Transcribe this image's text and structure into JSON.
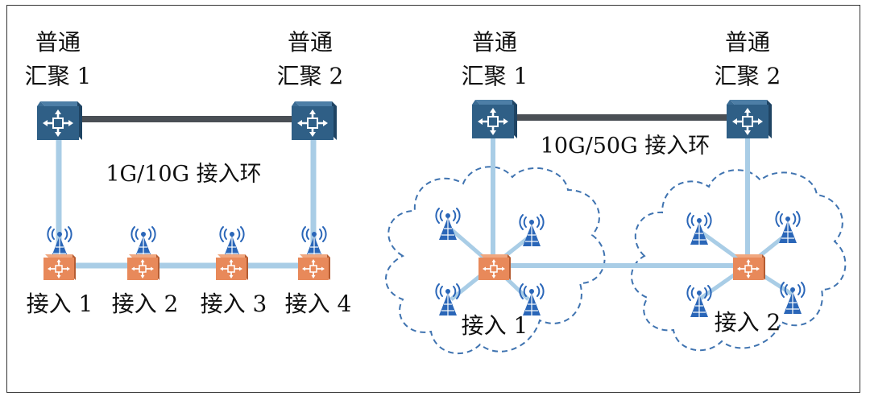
{
  "left": {
    "agg1_line1": "普通",
    "agg1_line2": "汇聚 1",
    "agg2_line1": "普通",
    "agg2_line2": "汇聚 2",
    "ring_label": "1G/10G 接入环",
    "access_labels": [
      "接入 1",
      "接入 2",
      "接入 3",
      "接入 4"
    ]
  },
  "right": {
    "agg1_line1": "普通",
    "agg1_line2": "汇聚 1",
    "agg2_line1": "普通",
    "agg2_line2": "汇聚 2",
    "ring_label": "10G/50G 接入环",
    "access1_label": "接入 1",
    "access2_label": "接入 2"
  },
  "colors": {
    "agg_switch": "#2f5f86",
    "access_switch": "#e8895a",
    "link_light": "#a9cde6",
    "link_dark": "#4a4f55",
    "antenna": "#2a66b8",
    "cloud_stroke": "#3f73b0"
  }
}
